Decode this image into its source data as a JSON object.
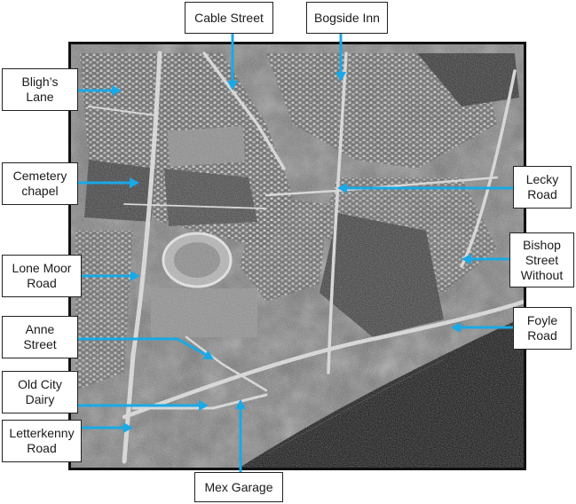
{
  "colors": {
    "arrow": "#19a9e6",
    "frame": "#111111",
    "water": "#0d0d0d",
    "label_border": "#222222",
    "label_text": "#1a1a1a"
  },
  "labels": {
    "cable_street": [
      "Cable Street"
    ],
    "bogside_inn": [
      "Bogside Inn"
    ],
    "blighs_lane": [
      "Bligh’s",
      "Lane"
    ],
    "cemetery_chapel": [
      "Cemetery",
      "chapel"
    ],
    "lone_moor_road": [
      "Lone Moor",
      "Road"
    ],
    "anne_street": [
      "Anne",
      "Street"
    ],
    "old_city_dairy": [
      "Old City",
      "Dairy"
    ],
    "letterkenny_road": [
      "Letterkenny",
      "Road"
    ],
    "mex_garage": [
      "Mex Garage"
    ],
    "lecky_road": [
      "Lecky",
      "Road"
    ],
    "bishop_street_without": [
      "Bishop",
      "Street",
      "Without"
    ],
    "foyle_road": [
      "Foyle",
      "Road"
    ]
  }
}
